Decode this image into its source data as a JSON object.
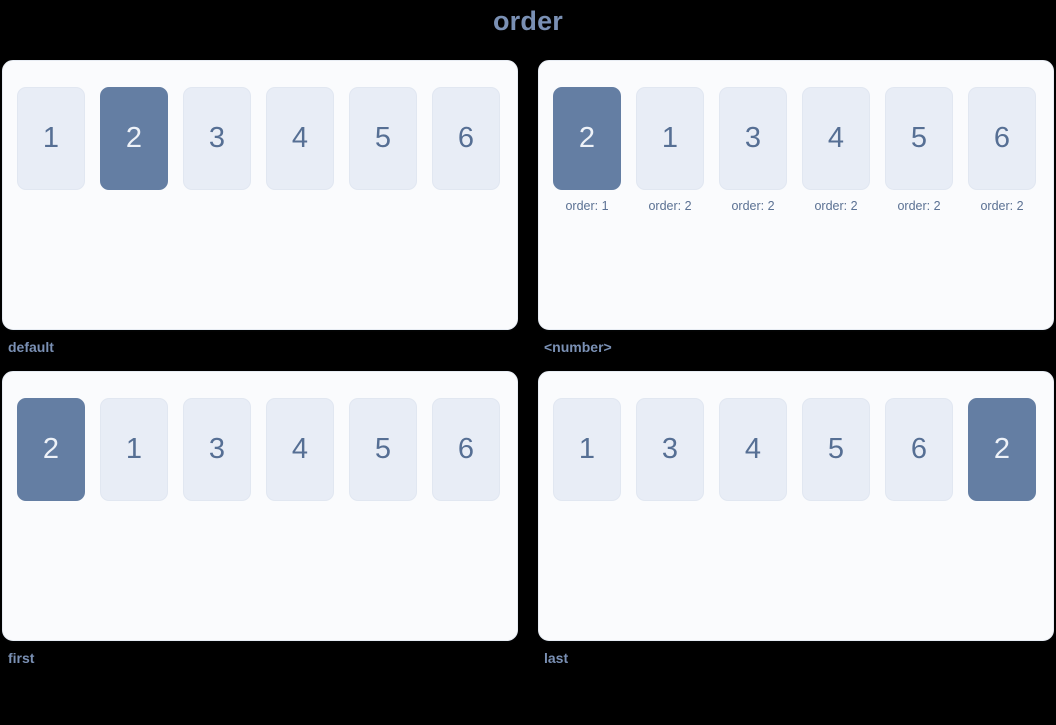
{
  "page": {
    "title": "order",
    "title_color": "#7a90b4",
    "background": "#000000"
  },
  "theme": {
    "panel_bg": "#fafbfd",
    "panel_border": "#e7ecf3",
    "box_bg": "#e8edf6",
    "box_text": "#566f94",
    "highlight_bg": "#647ea3",
    "highlight_text": "#eef2f8",
    "caption_color": "#7a90b4",
    "order_label_color": "#5b7193"
  },
  "panels": [
    {
      "caption": "default",
      "has_order_labels": false,
      "items": [
        {
          "value": "1",
          "highlight": false,
          "order_label": ""
        },
        {
          "value": "2",
          "highlight": true,
          "order_label": ""
        },
        {
          "value": "3",
          "highlight": false,
          "order_label": ""
        },
        {
          "value": "4",
          "highlight": false,
          "order_label": ""
        },
        {
          "value": "5",
          "highlight": false,
          "order_label": ""
        },
        {
          "value": "6",
          "highlight": false,
          "order_label": ""
        }
      ]
    },
    {
      "caption": "<number>",
      "has_order_labels": true,
      "items": [
        {
          "value": "2",
          "highlight": true,
          "order_label": "order: 1"
        },
        {
          "value": "1",
          "highlight": false,
          "order_label": "order: 2"
        },
        {
          "value": "3",
          "highlight": false,
          "order_label": "order: 2"
        },
        {
          "value": "4",
          "highlight": false,
          "order_label": "order: 2"
        },
        {
          "value": "5",
          "highlight": false,
          "order_label": "order: 2"
        },
        {
          "value": "6",
          "highlight": false,
          "order_label": "order: 2"
        }
      ]
    },
    {
      "caption": "first",
      "has_order_labels": false,
      "items": [
        {
          "value": "2",
          "highlight": true,
          "order_label": ""
        },
        {
          "value": "1",
          "highlight": false,
          "order_label": ""
        },
        {
          "value": "3",
          "highlight": false,
          "order_label": ""
        },
        {
          "value": "4",
          "highlight": false,
          "order_label": ""
        },
        {
          "value": "5",
          "highlight": false,
          "order_label": ""
        },
        {
          "value": "6",
          "highlight": false,
          "order_label": ""
        }
      ]
    },
    {
      "caption": "last",
      "has_order_labels": false,
      "items": [
        {
          "value": "1",
          "highlight": false,
          "order_label": ""
        },
        {
          "value": "3",
          "highlight": false,
          "order_label": ""
        },
        {
          "value": "4",
          "highlight": false,
          "order_label": ""
        },
        {
          "value": "5",
          "highlight": false,
          "order_label": ""
        },
        {
          "value": "6",
          "highlight": false,
          "order_label": ""
        },
        {
          "value": "2",
          "highlight": true,
          "order_label": ""
        }
      ]
    }
  ]
}
